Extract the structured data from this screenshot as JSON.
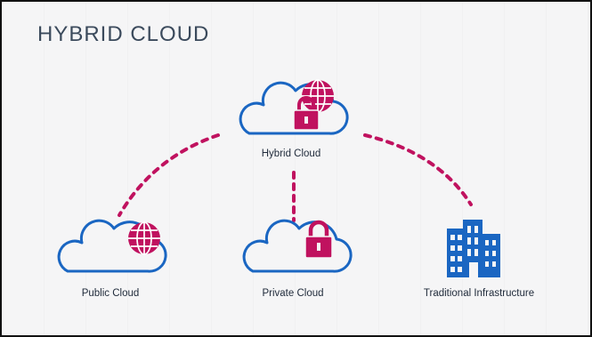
{
  "title": "HYBRID CLOUD",
  "nodes": {
    "hybrid": {
      "label": "Hybrid Cloud"
    },
    "public": {
      "label": "Public Cloud"
    },
    "private": {
      "label": "Private Cloud"
    },
    "traditional": {
      "label": "Traditional Infrastructure"
    }
  },
  "colors": {
    "cloud_stroke": "#1a66c2",
    "accent": "#c0125f",
    "building": "#1a66c2",
    "text": "#1f2a3a"
  },
  "icons": [
    "cloud-icon",
    "globe-icon",
    "lock-icon",
    "building-icon"
  ]
}
